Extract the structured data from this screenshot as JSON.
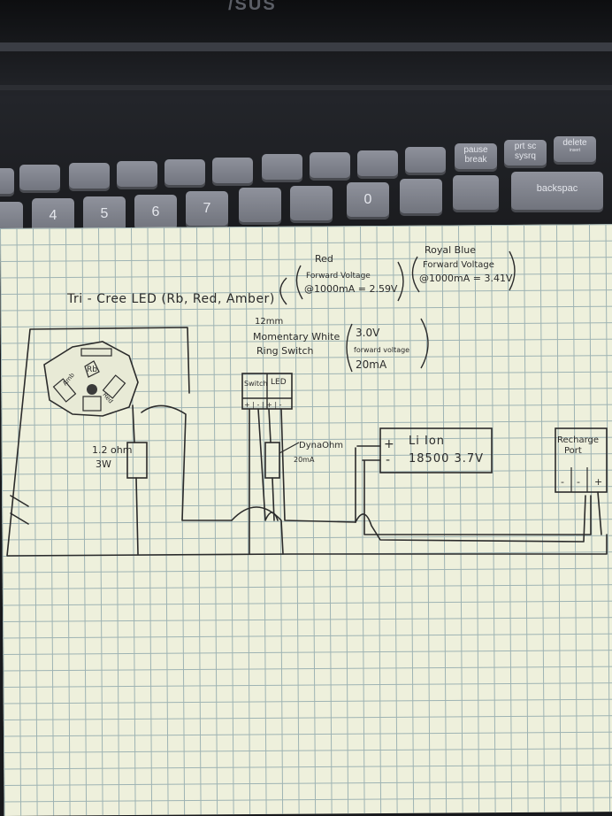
{
  "keyboard": {
    "logo_text": "/SUS",
    "keys": {
      "pause": {
        "line1": "pause",
        "line2": "break"
      },
      "prtsc": {
        "line1": "prt sc",
        "line2": "sysrq"
      },
      "delete": {
        "line1": "delete",
        "line2": "insert"
      },
      "backspace": {
        "line1": "backspac"
      },
      "num4": "4",
      "num5": "5",
      "num6": "6",
      "num7": "7",
      "num0": "0"
    }
  },
  "diagram": {
    "title": "Tri - Cree LED (Rb, Red, Amber)",
    "red_note": {
      "heading": "Red",
      "line1": "Forward Voltage",
      "line2": "@1000mA = 2.59V"
    },
    "blue_note": {
      "heading": "Royal Blue",
      "line1": "Forward Voltage",
      "line2": "@1000mA = 3.41V"
    },
    "switch_note": {
      "line1": "12mm",
      "line2": "Momentary White",
      "line3": "Ring Switch"
    },
    "white_led_note": {
      "line1": "3.0V",
      "line2": "forward voltage",
      "line3": "20mA"
    },
    "led_labels": {
      "rb": "Rb",
      "red": "Red",
      "amber": "Amb"
    },
    "resistor": {
      "line1": "1.2 ohm",
      "line2": "3W"
    },
    "switch_box": {
      "switch": "Switch",
      "led": "LED",
      "terms": "+ | - | + | -"
    },
    "dynaohm": {
      "line1": "DynaOhm",
      "line2": "20mA"
    },
    "battery": {
      "plus": "+",
      "minus": "-",
      "line1": "Li Ion",
      "line2": "18500 3.7V"
    },
    "recharge": {
      "line1": "Recharge",
      "line2": "Port",
      "minus": "-",
      "minus2": "-",
      "plus": "+"
    }
  }
}
